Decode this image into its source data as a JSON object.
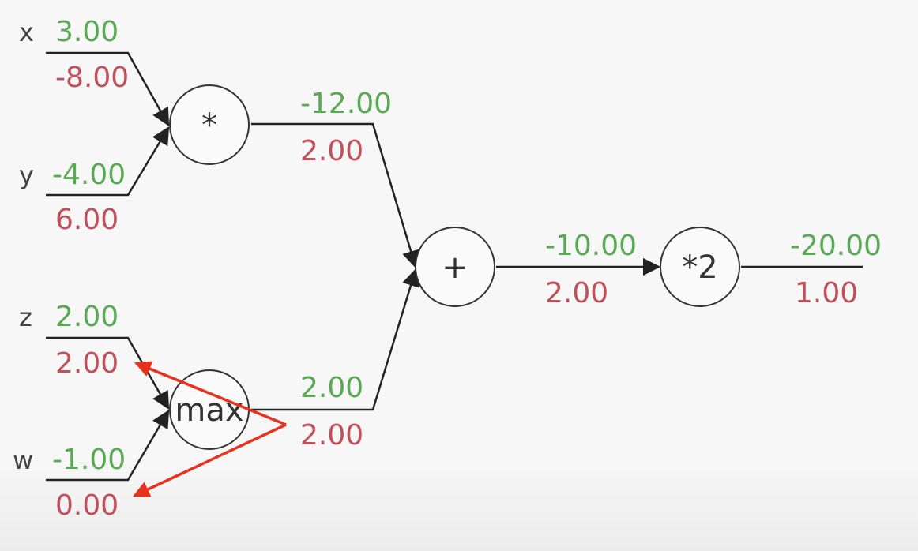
{
  "colors": {
    "forward": "#5aaa55",
    "gradient": "#c2505a",
    "wire": "#222222",
    "annotation_arrow": "#e8321e"
  },
  "inputs": {
    "x": {
      "name": "x",
      "value": "3.00",
      "grad": "-8.00"
    },
    "y": {
      "name": "y",
      "value": "-4.00",
      "grad": "6.00"
    },
    "z": {
      "name": "z",
      "value": "2.00",
      "grad": "2.00"
    },
    "w": {
      "name": "w",
      "value": "-1.00",
      "grad": "0.00"
    }
  },
  "nodes": {
    "mul": {
      "op": "*",
      "value": "-12.00",
      "grad": "2.00"
    },
    "max": {
      "op": "max",
      "value": "2.00",
      "grad": "2.00"
    },
    "add": {
      "op": "+",
      "value": "-10.00",
      "grad": "2.00"
    },
    "scale": {
      "op": "*2",
      "value": "-20.00",
      "grad": "1.00"
    }
  }
}
